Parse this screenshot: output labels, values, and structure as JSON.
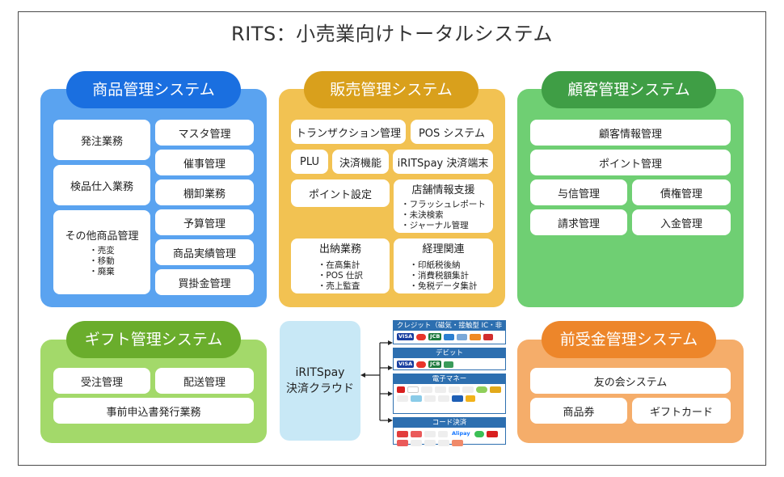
{
  "title": "RITS：小売業向けトータルシステム",
  "colors": {
    "product_panel": "#5aa3f0",
    "product_pill": "#1a6fe0",
    "sales_panel": "#f2c252",
    "sales_pill": "#d9a01c",
    "customer_panel": "#6fcf73",
    "customer_pill": "#3f9e45",
    "gift_panel": "#a3d96a",
    "gift_pill": "#6aad2c",
    "prepaid_panel": "#f5ad6a",
    "prepaid_pill": "#ed862a",
    "cloud": "#c8e8f6",
    "payment_header": "#2d6fb0"
  },
  "product_system": {
    "label": "商品管理システム",
    "order": "発注業務",
    "inspection": "検品仕入業務",
    "other": "その他商品管理",
    "other_items": [
      "・売変",
      "・移動",
      "・廃棄"
    ],
    "master": "マスタ管理",
    "event": "催事管理",
    "inventory": "棚卸業務",
    "budget": "予算管理",
    "results": "商品実績管理",
    "payable": "買掛金管理"
  },
  "sales_system": {
    "label": "販売管理システム",
    "transaction": "トランザクション管理",
    "pos": "POS システム",
    "plu": "PLU",
    "settlement": "決済機能",
    "terminal": "iRITSpay 決済端末",
    "points": "ポイント設定",
    "store_support": "店舗情報支援",
    "store_items": [
      "・フラッシュレポート",
      "・未決検索",
      "・ジャーナル管理"
    ],
    "cash": "出納業務",
    "cash_items": [
      "・在高集計",
      "・POS 仕訳",
      "・売上監査"
    ],
    "accounting": "経理関連",
    "accounting_items": [
      "・印紙税後納",
      "・消費税額集計",
      "・免税データ集計"
    ]
  },
  "customer_system": {
    "label": "顧客管理システム",
    "info": "顧客情報管理",
    "points": "ポイント管理",
    "credit": "与信管理",
    "receivable": "債権管理",
    "billing": "請求管理",
    "payment": "入金管理"
  },
  "gift_system": {
    "label": "ギフト管理システム",
    "orders": "受注管理",
    "delivery": "配送管理",
    "issuance": "事前申込書発行業務"
  },
  "prepaid_system": {
    "label": "前受金管理システム",
    "club": "友の会システム",
    "voucher": "商品券",
    "giftcard": "ギフトカード"
  },
  "cloud": {
    "line1": "iRITSpay",
    "line2": "決済クラウド"
  },
  "payments": {
    "credit": "クレジット（磁気・接触型 IC・非接触型 IC）",
    "debit": "デビット",
    "emoney": "電子マネー",
    "code": "コード決済",
    "visa": "VISA",
    "jcb": "JCB",
    "alipay": "Alipay"
  }
}
